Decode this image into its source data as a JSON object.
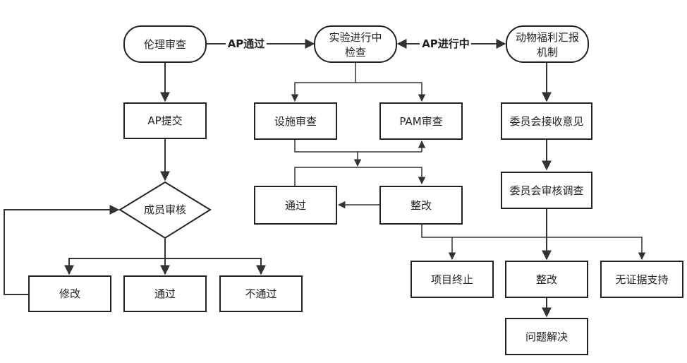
{
  "nodes": {
    "ethics_review": "伦理审查",
    "in_progress_check": [
      "实验进行中",
      "检查"
    ],
    "welfare_report": [
      "动物福利汇报",
      "机制"
    ],
    "ap_submit": "AP提交",
    "member_review": "成员审核",
    "modify": "修改",
    "pass_left": "通过",
    "not_pass": "不通过",
    "facility_review": "设施审查",
    "pam_review": "PAM审查",
    "pass_mid": "通过",
    "rectify_mid": "整改",
    "committee_receive": "委员会接收意见",
    "committee_investigate": "委员会审核调查",
    "project_terminate": "项目终止",
    "rectify_right": "整改",
    "no_evidence": "无证据支持",
    "problem_solved": "问题解决"
  },
  "edge_labels": {
    "ap_passed": "AP通过",
    "ap_in_progress": "AP进行中"
  },
  "colors": {
    "stroke": "#222222",
    "fill": "#ffffff",
    "text": "#222222"
  }
}
